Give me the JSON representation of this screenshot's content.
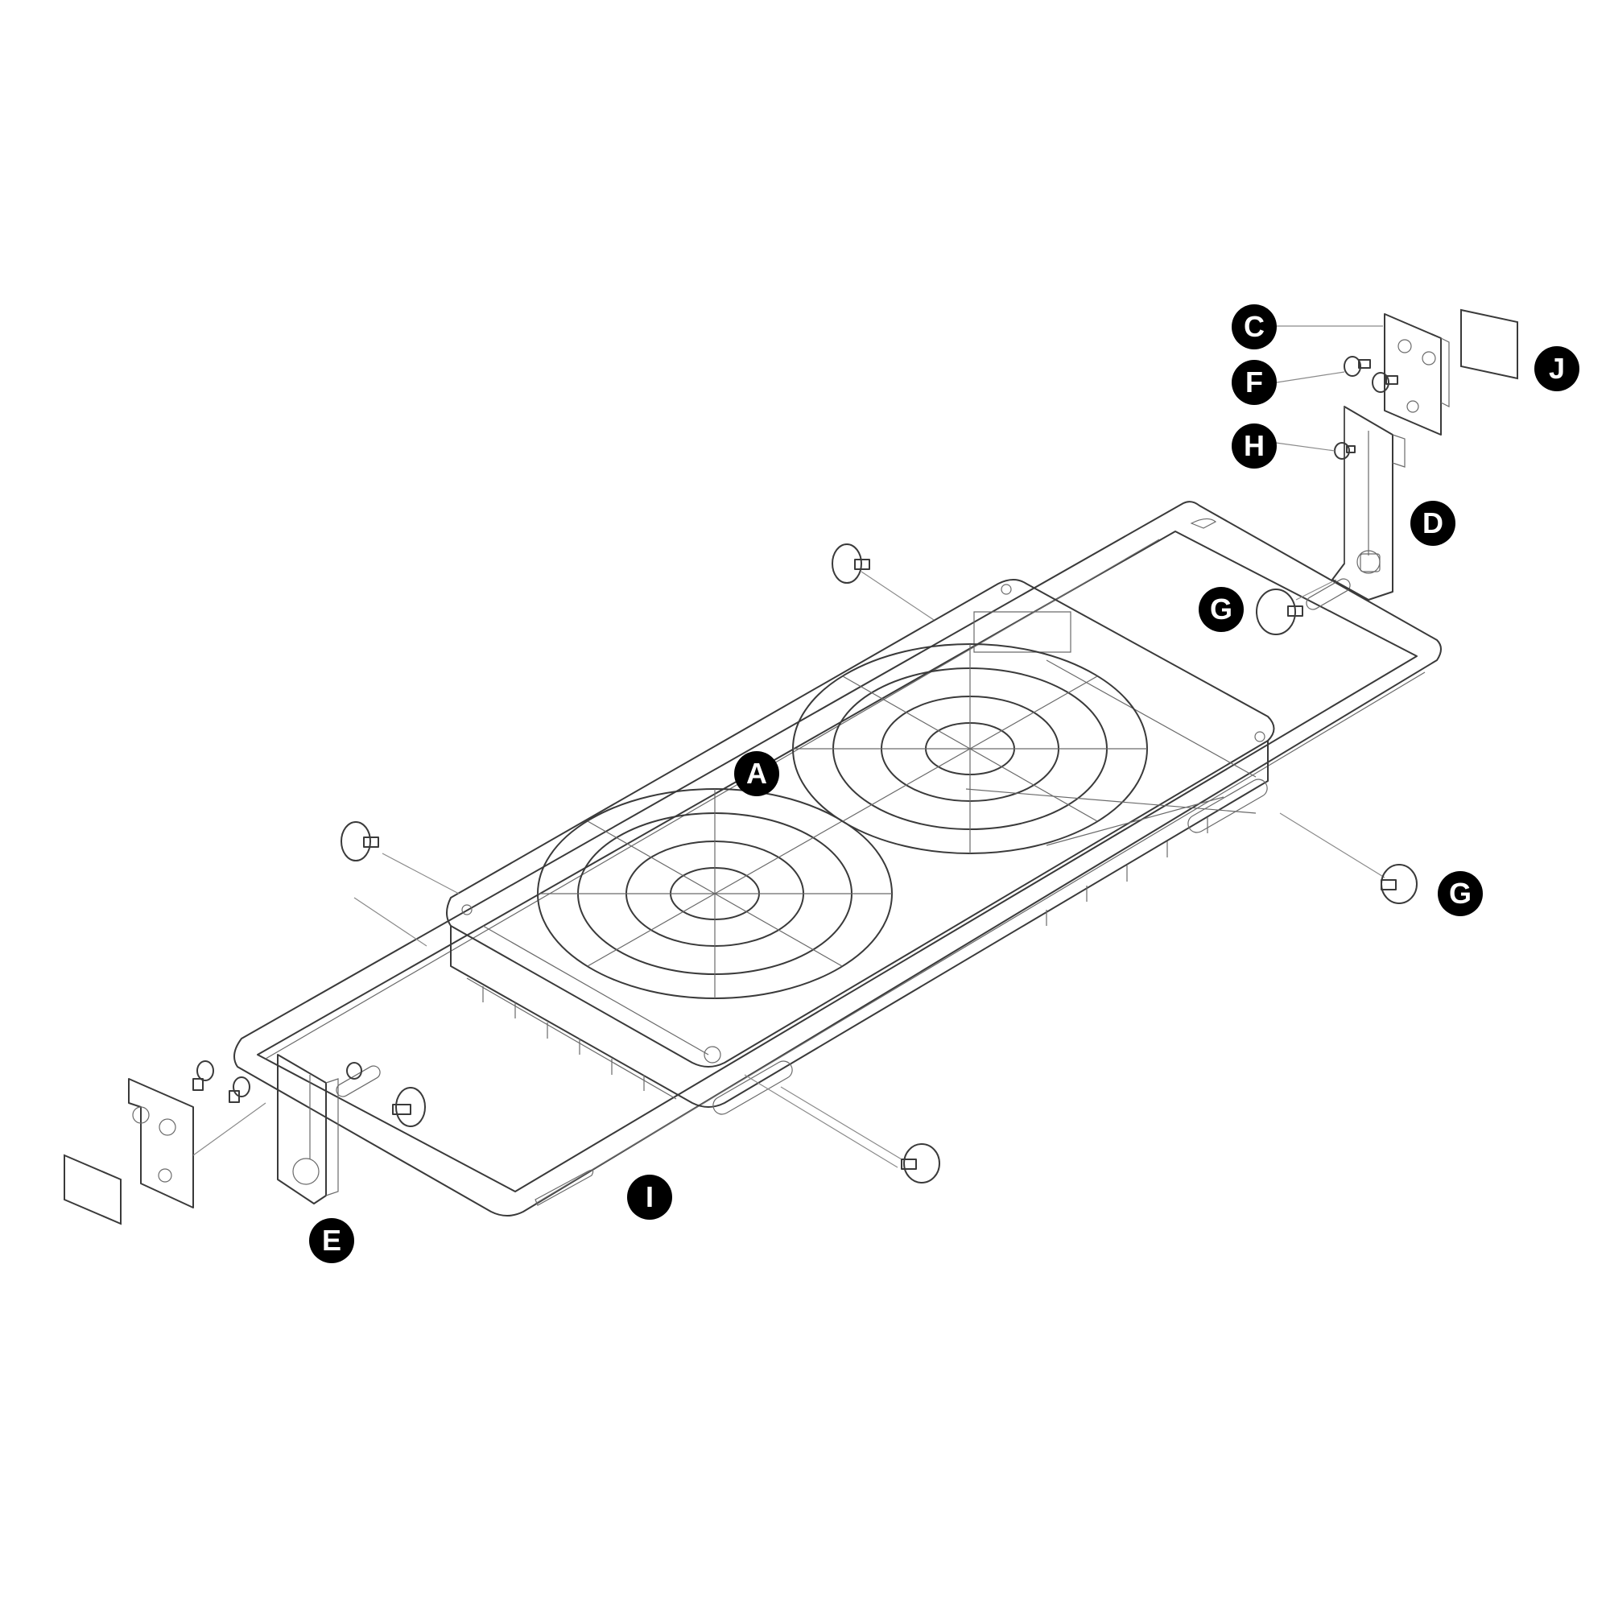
{
  "callouts": {
    "A": "A",
    "C": "C",
    "D": "D",
    "E": "E",
    "F": "F",
    "G_top": "G",
    "G_right": "G",
    "H": "H",
    "I": "I",
    "J": "J"
  },
  "colors": {
    "callout_fill": "#000000",
    "callout_text": "#ffffff",
    "line": "#3a3a3a",
    "background": "#ffffff"
  }
}
